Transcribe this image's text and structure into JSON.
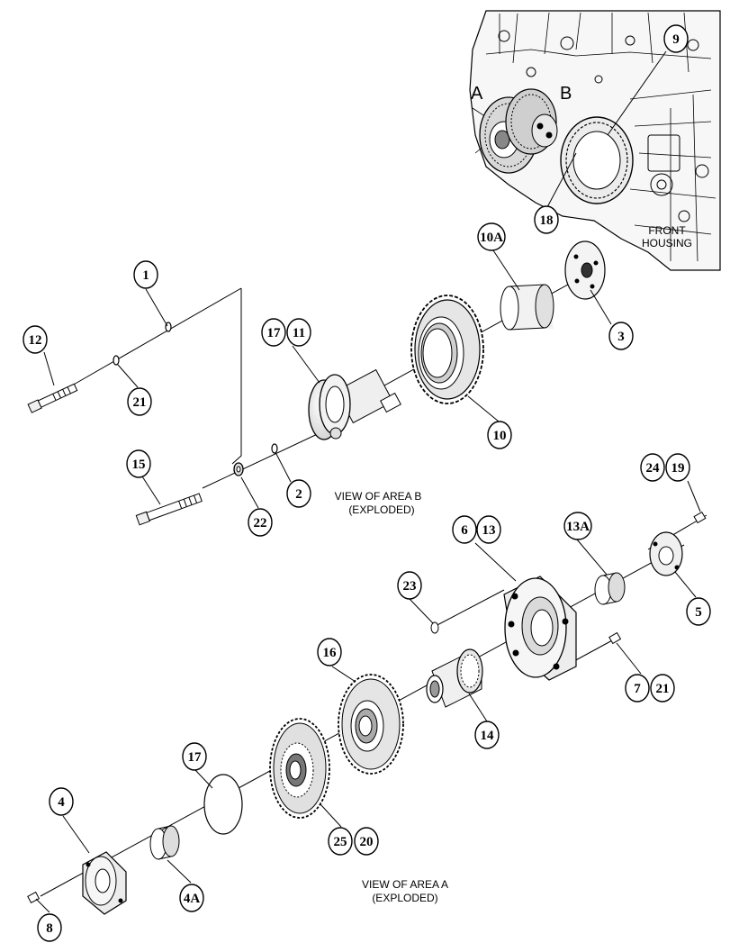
{
  "inset": {
    "label_a": "A",
    "label_b": "B",
    "front_housing": [
      "FRONT",
      "HOUSING"
    ]
  },
  "views": {
    "area_b": [
      "VIEW OF AREA B",
      "(EXPLODED)"
    ],
    "area_a": [
      "VIEW OF AREA A",
      "(EXPLODED)"
    ]
  },
  "callouts": [
    {
      "id": "c-9",
      "text": "9"
    },
    {
      "id": "c-18",
      "text": "18"
    },
    {
      "id": "c-10a",
      "text": "10A"
    },
    {
      "id": "c-1",
      "text": "1"
    },
    {
      "id": "c-12",
      "text": "12"
    },
    {
      "id": "c-17-top",
      "text": "17"
    },
    {
      "id": "c-11",
      "text": "11"
    },
    {
      "id": "c-3",
      "text": "3"
    },
    {
      "id": "c-21-top",
      "text": "21"
    },
    {
      "id": "c-10",
      "text": "10"
    },
    {
      "id": "c-15",
      "text": "15"
    },
    {
      "id": "c-2",
      "text": "2"
    },
    {
      "id": "c-22",
      "text": "22"
    },
    {
      "id": "c-24",
      "text": "24"
    },
    {
      "id": "c-19",
      "text": "19"
    },
    {
      "id": "c-6",
      "text": "6"
    },
    {
      "id": "c-13",
      "text": "13"
    },
    {
      "id": "c-13a",
      "text": "13A"
    },
    {
      "id": "c-23",
      "text": "23"
    },
    {
      "id": "c-5",
      "text": "5"
    },
    {
      "id": "c-16",
      "text": "16"
    },
    {
      "id": "c-7",
      "text": "7"
    },
    {
      "id": "c-21-mid",
      "text": "21"
    },
    {
      "id": "c-14",
      "text": "14"
    },
    {
      "id": "c-17-bot",
      "text": "17"
    },
    {
      "id": "c-4",
      "text": "4"
    },
    {
      "id": "c-25",
      "text": "25"
    },
    {
      "id": "c-20",
      "text": "20"
    },
    {
      "id": "c-4a",
      "text": "4A"
    },
    {
      "id": "c-8",
      "text": "8"
    }
  ]
}
